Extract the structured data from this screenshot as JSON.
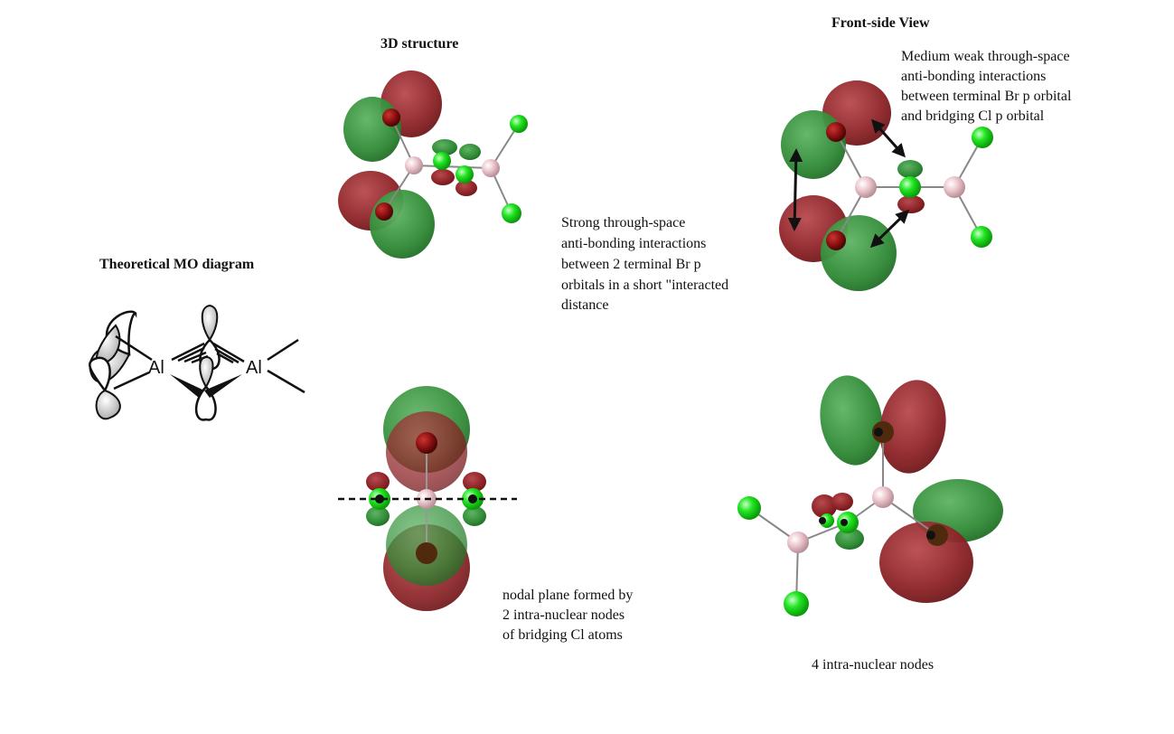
{
  "headings": {
    "structure_3d": "3D structure",
    "front_view": "Front-side View",
    "mo_diagram": "Theoretical MO diagram"
  },
  "annotations": {
    "medium_weak": [
      "Medium weak through-space",
      "anti-bonding interactions",
      "between terminal Br p orbital",
      "and bridging Cl p orbital"
    ],
    "strong": [
      "Strong through-space",
      "anti-bonding interactions",
      "between 2 terminal Br p",
      "orbitals in a short \"interacted",
      "distance"
    ],
    "nodal_plane": [
      "nodal plane formed by",
      "2 intra-nuclear nodes",
      "of bridging Cl atoms"
    ],
    "four_nodes": "4 intra-nuclear nodes"
  },
  "atom_labels": {
    "al_left": "Al",
    "al_right": "Al"
  },
  "colors": {
    "lobe_red": "#8b2226",
    "lobe_green": "#2f8a35",
    "chlorine": "#1ee01e",
    "aluminum": "#e6bcc4",
    "bromine": "#7a1010",
    "p_orbital_fill": "#d9d9d9"
  },
  "icons": [
    "double-arrow-icon",
    "p-orbital-icon",
    "dashed-nodal-line"
  ]
}
